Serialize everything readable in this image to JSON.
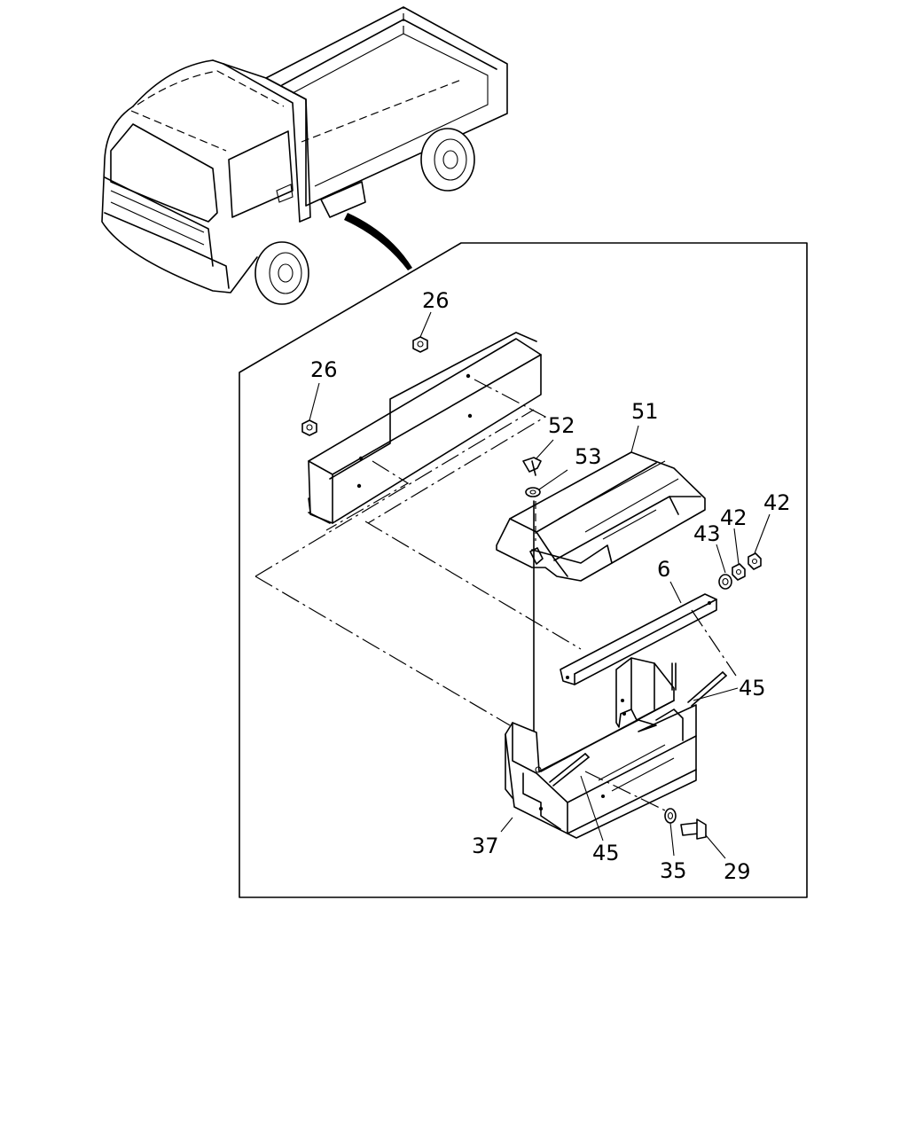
{
  "callouts": {
    "c26a": "26",
    "c26b": "26",
    "c52": "52",
    "c53": "53",
    "c51": "51",
    "c43": "43",
    "c42a": "42",
    "c42b": "42",
    "c6": "6",
    "c45a": "45",
    "c45b": "45",
    "c37": "37",
    "c35": "35",
    "c29": "29"
  },
  "icons": {
    "truck": "truck-illustration",
    "frame": "frame-rail",
    "cover": "battery-cover",
    "tray": "battery-tray",
    "clamp": "battery-clamp-bar"
  }
}
